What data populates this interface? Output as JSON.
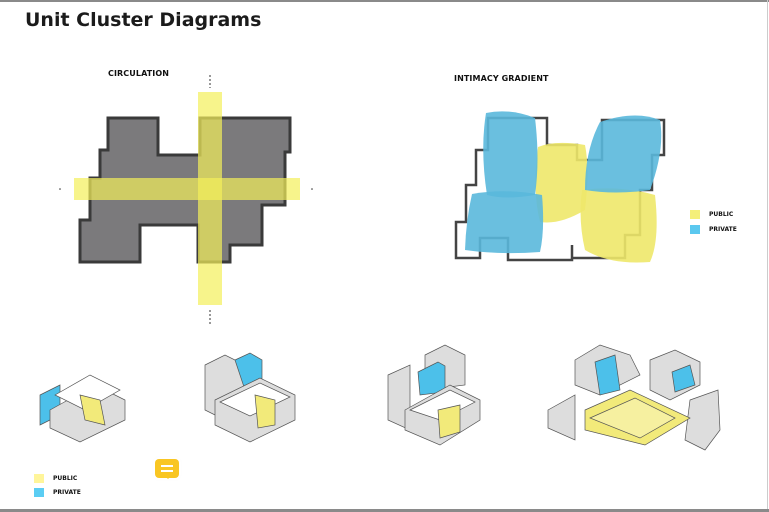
{
  "title": "Unit Cluster Diagrams",
  "circulation": {
    "label": "CIRCULATION"
  },
  "intimacy": {
    "label": "INTIMACY GRADIENT",
    "legend": [
      {
        "label": "PUBLIC",
        "color": "#f4ef7a"
      },
      {
        "label": "PRIVATE",
        "color": "#5bc8ef"
      }
    ]
  },
  "bottom_legend": [
    {
      "label": "PUBLIC",
      "color": "#fff59a"
    },
    {
      "label": "PRIVATE",
      "color": "#5bcdf3"
    }
  ],
  "comment_icon": "comment-icon"
}
